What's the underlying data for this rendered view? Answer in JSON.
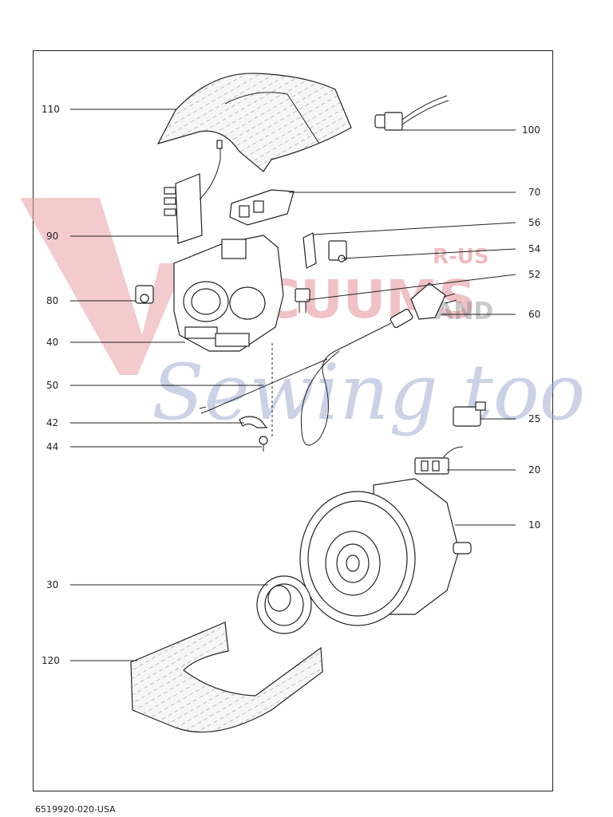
{
  "document_id": "6519920-020-USA",
  "watermark": {
    "line1": "VACUUMS",
    "line1_suffix": "R-US",
    "line2_suffix": "AND",
    "line3": "Sewing too",
    "colors": {
      "red": "#e07a80",
      "blue": "#9aa6cf"
    }
  },
  "callouts": {
    "110": "110",
    "100": "100",
    "70": "70",
    "56": "56",
    "90": "90",
    "54": "54",
    "52": "52",
    "80": "80",
    "60": "60",
    "40": "40",
    "50": "50",
    "25": "25",
    "42": "42",
    "44": "44",
    "20": "20",
    "10": "10",
    "30": "30",
    "120": "120"
  }
}
